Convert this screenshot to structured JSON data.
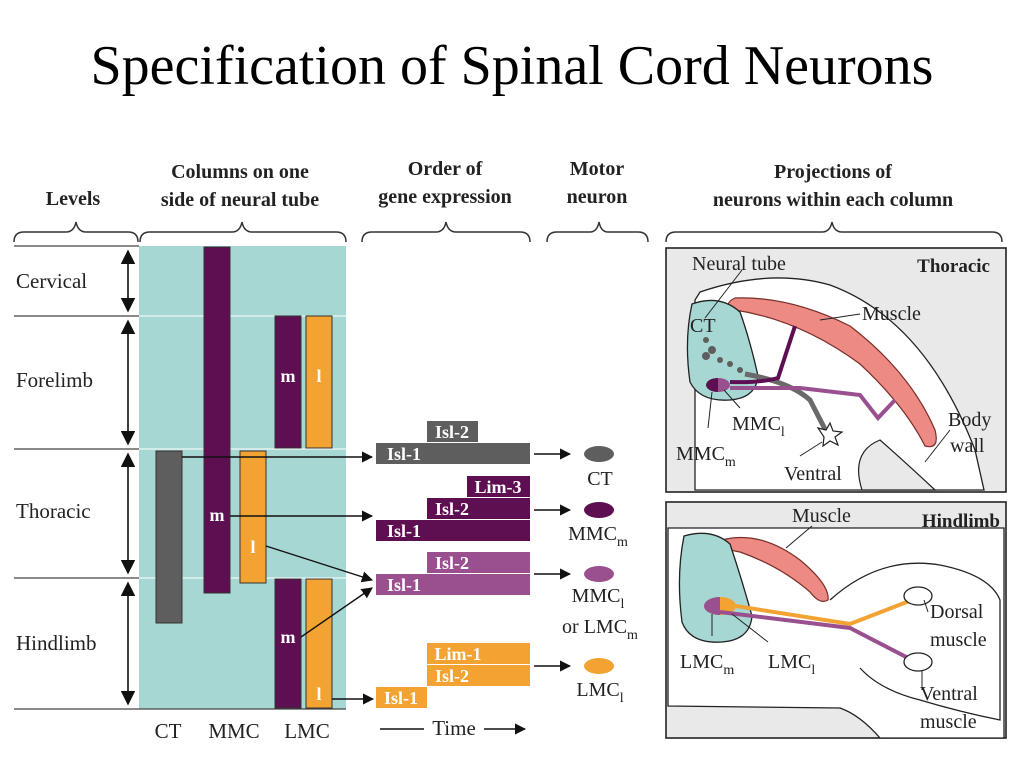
{
  "title": "Specification of Spinal Cord Neurons",
  "headers": {
    "levels": "Levels",
    "columns_line1": "Columns on one",
    "columns_line2": "side of neural tube",
    "order_line1": "Order of",
    "order_line2": "gene expression",
    "motor_line1": "Motor",
    "motor_line2": "neuron",
    "proj_line1": "Projections of",
    "proj_line2": "neurons within each column"
  },
  "levels": [
    "Cervical",
    "Forelimb",
    "Thoracic",
    "Hindlimb"
  ],
  "columns": {
    "ct": "CT",
    "mmc": "MMC",
    "lmc": "LMC",
    "m_label": "m",
    "l_label": "l"
  },
  "time_label": "Time",
  "gene_bars": {
    "ct": [
      "Isl-1",
      "Isl-2"
    ],
    "mmcm": [
      "Isl-1",
      "Isl-2",
      "Lim-3"
    ],
    "mmcl": [
      "Isl-1",
      "Isl-2"
    ],
    "lmcl": [
      "Isl-1",
      "Isl-2",
      "Lim-1"
    ]
  },
  "motor_neurons": {
    "ct": "CT",
    "mmcm_base": "MMC",
    "mmcm_sub": "m",
    "mmcl_base": "MMC",
    "mmcl_sub": "l",
    "or_lmcm_prefix": "or LMC",
    "or_lmcm_sub": "m",
    "lmcl_base": "LMC",
    "lmcl_sub": "l"
  },
  "thoracic_panel": {
    "title": "Thoracic",
    "neural_tube": "Neural tube",
    "ct": "CT",
    "muscle": "Muscle",
    "body": "Body",
    "wall": "wall",
    "mmcl_base": "MMC",
    "mmcl_sub": "l",
    "mmcm_base": "MMC",
    "mmcm_sub": "m",
    "ventral": "Ventral"
  },
  "hindlimb_panel": {
    "title": "Hindlimb",
    "muscle": "Muscle",
    "dorsal": "Dorsal",
    "dorsal_muscle": "muscle",
    "ventral": "Ventral",
    "ventral_muscle": "muscle",
    "lmcm_base": "LMC",
    "lmcm_sub": "m",
    "lmcl_base": "LMC",
    "lmcl_sub": "l"
  },
  "colors": {
    "teal": "#a7d7d3",
    "purple": "#5e0f52",
    "light_purple": "#9a4f8e",
    "orange": "#f3a332",
    "gray": "#5e5e5e",
    "salmon": "#ec8a83",
    "panel_bg": "#e9e9e9"
  }
}
